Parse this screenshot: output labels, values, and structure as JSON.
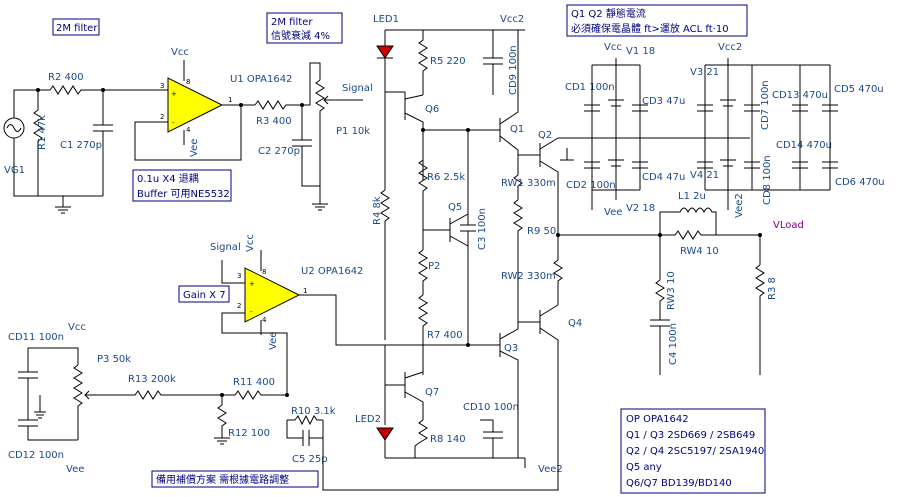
{
  "notes": {
    "filter_2m": "2M filter",
    "filter_2m_attn_l1": "2M filter",
    "filter_2m_attn_l2": "信號衰減 4%",
    "q1q2_l1": "Q1 Q2 靜態電流",
    "q1q2_l2": "必須確保電晶體 ft>運放 ACL ft·10",
    "buffer_l1": "0.1u X4 退耦",
    "buffer_l2": "Buffer 可用NE5532",
    "gain": "Gain X 7",
    "comp": "備用補償方案 需根據電路調整",
    "parts_l1": "OP OPA1642",
    "parts_l2": "Q1 / Q3 2SD669 / 2SB649",
    "parts_l3": "Q2 / Q4 2SC5197/ 2SA1940",
    "parts_l4": "Q5 any",
    "parts_l5": "Q6/Q7 BD139/BD140"
  },
  "labels": {
    "r2": "R2 400",
    "r1": "R1 47k",
    "c1": "C1 270p",
    "vg1": "VG1",
    "u1": "U1 OPA1642",
    "r3": "R3 400",
    "c2": "C2 270p",
    "p1": "P1 10k",
    "signal": "Signal",
    "led1": "LED1",
    "led2": "LED2",
    "r5": "R5 220",
    "q6": "Q6",
    "vcc2_top": "Vcc2",
    "cd9": "CD9 100n",
    "q1": "Q1",
    "q2": "Q2",
    "r6": "R6 2.5k",
    "r4": "R4 8k",
    "q5": "Q5",
    "c3": "C3 100n",
    "p2": "P2",
    "r7": "R7 400",
    "q3": "Q3",
    "q4": "Q4",
    "q7": "Q7",
    "r8": "R8 140",
    "cd10": "CD10 100n",
    "vee2_bot": "Vee2",
    "rw1": "RW1 330m",
    "r9": "R9 50",
    "rw2": "RW2 330m",
    "cd1": "CD1 100n",
    "vcc_v1": "Vcc",
    "v1": "V1 18",
    "cd3": "CD3 47u",
    "cd2": "CD2 100n",
    "cd4": "CD4 47u",
    "vee_v2": "Vee",
    "v2": "V2 18",
    "vcc2_v3": "Vcc2",
    "v3": "V3 21",
    "cd7": "CD7 100n",
    "cd13": "CD13 470u",
    "cd5": "CD5 470u",
    "cd14": "CD14 470u",
    "v4": "V4 21",
    "cd8": "CD8 100n",
    "vee2_v4": "Vee2",
    "cd6": "CD6 470u",
    "l1": "L1 2u",
    "rw4": "RW4 10",
    "vload": "VLoad",
    "rw3": "RW3 10",
    "c4": "C4 100n",
    "r3b": "R3 8",
    "u2": "U2 OPA1642",
    "signal2": "Signal",
    "cd11": "CD11 100n",
    "vcc_p3": "Vcc",
    "p3": "P3 50k",
    "r13": "R13 200k",
    "r11": "R11 400",
    "r12": "R12 100",
    "r10": "R10 3.1k",
    "c5": "C5 25p",
    "cd12": "CD12 100n",
    "vee_p3": "Vee",
    "vcc_u1": "Vcc",
    "vee_u1": "Vee",
    "vcc_u2": "Vcc",
    "vee_u2": "Vee",
    "pin_plus": "+",
    "pin_minus": "-",
    "pin3": "3",
    "pin2": "2",
    "pin1": "1",
    "pin8": "8",
    "pin4": "4"
  },
  "colors": {
    "opamp_fill": "#ffff00",
    "label": "#1a4a8a",
    "note": "#000080",
    "net": "#800080",
    "led": "#cc0000"
  }
}
